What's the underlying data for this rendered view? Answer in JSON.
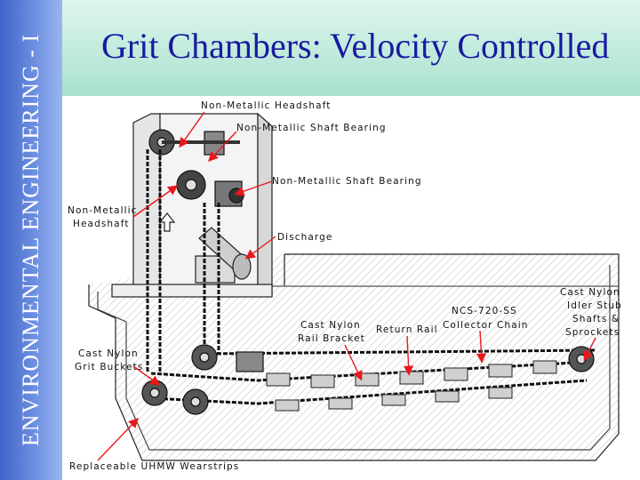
{
  "sidebar": {
    "text": "ENVIRONMENTAL ENGINEERING - I"
  },
  "header": {
    "title": "Grit Chambers: Velocity Controlled"
  },
  "labels": {
    "headshaft_top": "Non-Metallic Headshaft",
    "shaft_bearing_1": "Non-Metallic Shaft Bearing",
    "shaft_bearing_2": "Non-Metallic Shaft Bearing",
    "headshaft_side_1": "Non-Metallic",
    "headshaft_side_2": "Headshaft",
    "discharge": "Discharge",
    "rail_bracket_1": "Cast Nylon",
    "rail_bracket_2": "Rail Bracket",
    "return_rail": "Return Rail",
    "collector_chain_1": "NCS-720-SS",
    "collector_chain_2": "Collector Chain",
    "idler_1": "Cast Nylon",
    "idler_2": "Idler Stub",
    "idler_3": "Shafts &",
    "idler_4": "Sprockets",
    "grit_buckets_1": "Cast Nylon",
    "grit_buckets_2": "Grit Buckets",
    "wearstrips": "Replaceable UHMW Wearstrips"
  }
}
